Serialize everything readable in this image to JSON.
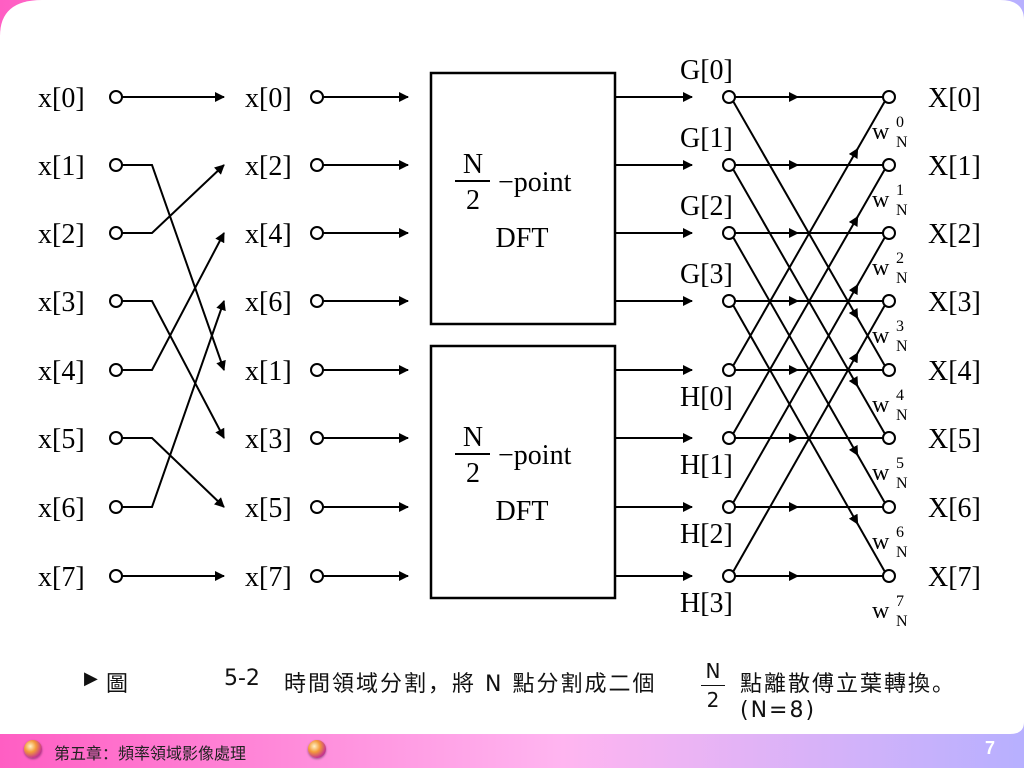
{
  "colors": {
    "pink": "#ff5ec3",
    "light_pink": "#ffb5f0",
    "lavender": "#b7b0ff",
    "ink": "#000000"
  },
  "inputs_left": [
    "x[0]",
    "x[1]",
    "x[2]",
    "x[3]",
    "x[4]",
    "x[5]",
    "x[6]",
    "x[7]"
  ],
  "inputs_reordered": [
    "x[0]",
    "x[2]",
    "x[4]",
    "x[6]",
    "x[1]",
    "x[3]",
    "x[5]",
    "x[7]"
  ],
  "dft_blocks": [
    {
      "num": "N",
      "den": "2",
      "suffix": "−point",
      "label": "DFT"
    },
    {
      "num": "N",
      "den": "2",
      "suffix": "−point",
      "label": "DFT"
    }
  ],
  "intermediate": [
    "G[0]",
    "G[1]",
    "G[2]",
    "G[3]",
    "H[0]",
    "H[1]",
    "H[2]",
    "H[3]"
  ],
  "twiddle": {
    "base": "w",
    "sub": "N",
    "exps": [
      "0",
      "1",
      "2",
      "3",
      "4",
      "5",
      "6",
      "7"
    ]
  },
  "outputs": [
    "X[0]",
    "X[1]",
    "X[2]",
    "X[3]",
    "X[4]",
    "X[5]",
    "X[6]",
    "X[7]"
  ],
  "caption": {
    "marker": "▶",
    "label": "圖",
    "number": "5-2",
    "text_before": "時間領域分割，將 N 點分割成二個",
    "frac_num": "N",
    "frac_den": "2",
    "text_after": "點離散傅立葉轉換。(N=8)"
  },
  "footer": {
    "chapter": "第五章：頻率領域影像處理",
    "page": "7"
  }
}
